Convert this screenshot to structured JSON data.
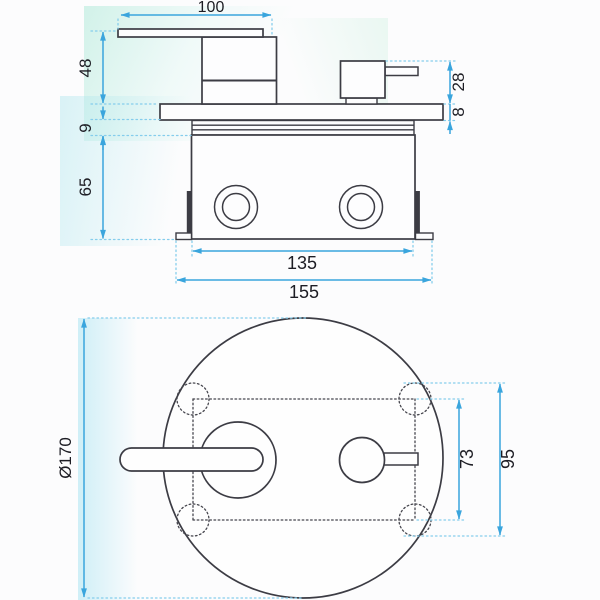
{
  "drawing": {
    "type": "technical-dimension-drawing",
    "subject": "concealed-shower-mixer-valve",
    "accent_color": "#3aa5dd",
    "outline_color": "#3c3c44",
    "views": {
      "side_view": {
        "label": "side-elevation",
        "dims": {
          "handle_width": "100",
          "handle_height": "48",
          "collar_height": "9",
          "body_height": "65",
          "knob_height": "28",
          "plate_thickness": "8",
          "body_width": "135",
          "overall_width": "155"
        }
      },
      "front_view": {
        "label": "front-plan",
        "dims": {
          "plate_diameter": "Ø170",
          "recess_height": "73",
          "hole_span": "95"
        }
      }
    }
  }
}
